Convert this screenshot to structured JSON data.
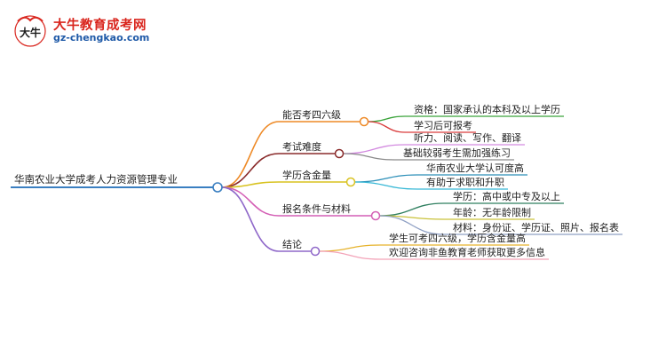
{
  "logo": {
    "brand": "大牛教育成考网",
    "domain": "gz-chengkao.com",
    "mark_text": "大牛"
  },
  "root": "华南农业大学成考人力资源管理专业",
  "branches": [
    {
      "label": "能否考四六级",
      "color": "#ee8a27",
      "children": [
        {
          "label": "资格：国家承认的本科及以上学历",
          "color": "#3aa33a"
        },
        {
          "label": "学习后可报考",
          "color": "#d93b3b"
        }
      ]
    },
    {
      "label": "考试难度",
      "color": "#8a2b2b",
      "children": [
        {
          "label": "听力、阅读、写作、翻译",
          "color": "#d38be0"
        },
        {
          "label": "基础较弱考生需加强练习",
          "color": "#8a8a8a"
        }
      ]
    },
    {
      "label": "学历含金量",
      "color": "#d8c21f",
      "children": [
        {
          "label": "华南农业大学认可度高",
          "color": "#2c8fb8"
        },
        {
          "label": "有助于求职和升职",
          "color": "#37b8d6"
        }
      ]
    },
    {
      "label": "报名条件与材料",
      "color": "#d45fb5",
      "children": [
        {
          "label": "学历：高中或中专及以上",
          "color": "#2f7f5f"
        },
        {
          "label": "年龄：无年龄限制",
          "color": "#c9c23a"
        },
        {
          "label": "材料：身份证、学历证、照片、报名表",
          "color": "#8fa0c4"
        }
      ]
    },
    {
      "label": "结论",
      "color": "#8f68c9",
      "children": [
        {
          "label": "学生可考四六级，学历含金量高",
          "color": "#e6b22a"
        },
        {
          "label": "欢迎咨询非鱼教育老师获取更多信息",
          "color": "#f3a3b8"
        }
      ]
    }
  ],
  "colors": {
    "root_line": "#3a7fc1",
    "brand_red": "#d9251d",
    "domain_blue": "#1f5aa8"
  }
}
